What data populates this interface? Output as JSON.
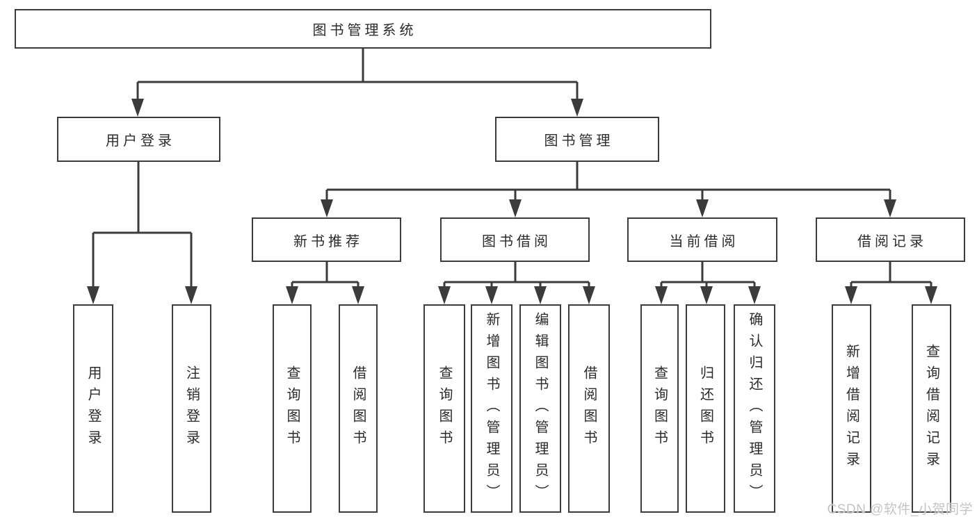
{
  "tree": {
    "label": "图书管理系统",
    "children": [
      {
        "label": "用户登录",
        "children": [
          {
            "label": "用户登录"
          },
          {
            "label": "注销登录"
          }
        ]
      },
      {
        "label": "图书管理",
        "children": [
          {
            "label": "新书推荐",
            "children": [
              {
                "label": "查询图书"
              },
              {
                "label": "借阅图书"
              }
            ]
          },
          {
            "label": "图书借阅",
            "children": [
              {
                "label": "查询图书"
              },
              {
                "label": "新增图书（管理员）"
              },
              {
                "label": "编辑图书（管理员）"
              },
              {
                "label": "借阅图书"
              }
            ]
          },
          {
            "label": "当前借阅",
            "children": [
              {
                "label": "查询图书"
              },
              {
                "label": "归还图书"
              },
              {
                "label": "确认归还（管理员）"
              }
            ]
          },
          {
            "label": "借阅记录",
            "children": [
              {
                "label": "新增借阅记录"
              },
              {
                "label": "查询借阅记录"
              }
            ]
          }
        ]
      }
    ]
  },
  "watermark": {
    "text": "CSDN @软件_小贺同学"
  },
  "colors": {
    "line": "#3b3b3b",
    "box_border": "#3b3b3b",
    "box_background": "#ffffff",
    "text": "#2b2b2b",
    "page_background": "#ffffff",
    "watermark": "#c4c4c4"
  }
}
